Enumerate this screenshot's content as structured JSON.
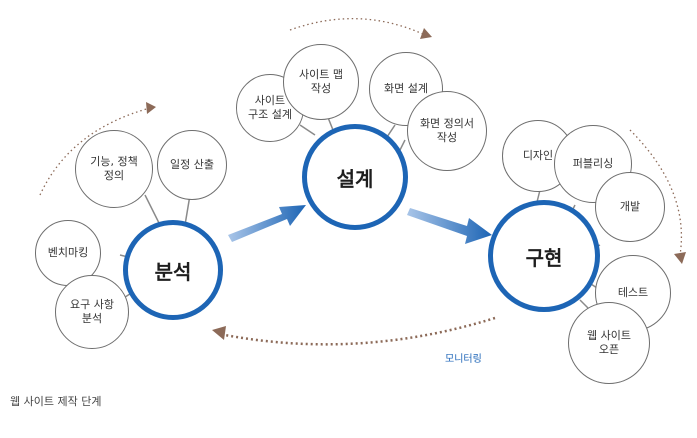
{
  "caption": "웹 사이트 제작 단계",
  "stages": {
    "analysis": "분석",
    "design": "설계",
    "implementation": "구현"
  },
  "analysis_tasks": {
    "benchmarking": "벤치마킹",
    "requirements": "요구 사항\n분석",
    "function_policy": "기능, 정책\n정의",
    "schedule": "일정 산출"
  },
  "design_tasks": {
    "site_structure": "사이트\n구조 설계",
    "sitemap": "사이트 맵\n작성",
    "screen_design": "화면 설계",
    "screen_spec": "화면 정의서\n작성"
  },
  "implementation_tasks": {
    "design": "디자인",
    "publishing": "퍼블리싱",
    "development": "개발",
    "test": "테스트",
    "launch": "웹 사이트\n오픈"
  },
  "feedback_label": "모니터링",
  "colors": {
    "stage_border": "#1d65b5",
    "arrow": "#1d65b5",
    "node_border": "#6e6e6e",
    "dotted": "#8c6a58",
    "label_blue": "#1f66b8",
    "panel_bg": "#ffffff"
  }
}
